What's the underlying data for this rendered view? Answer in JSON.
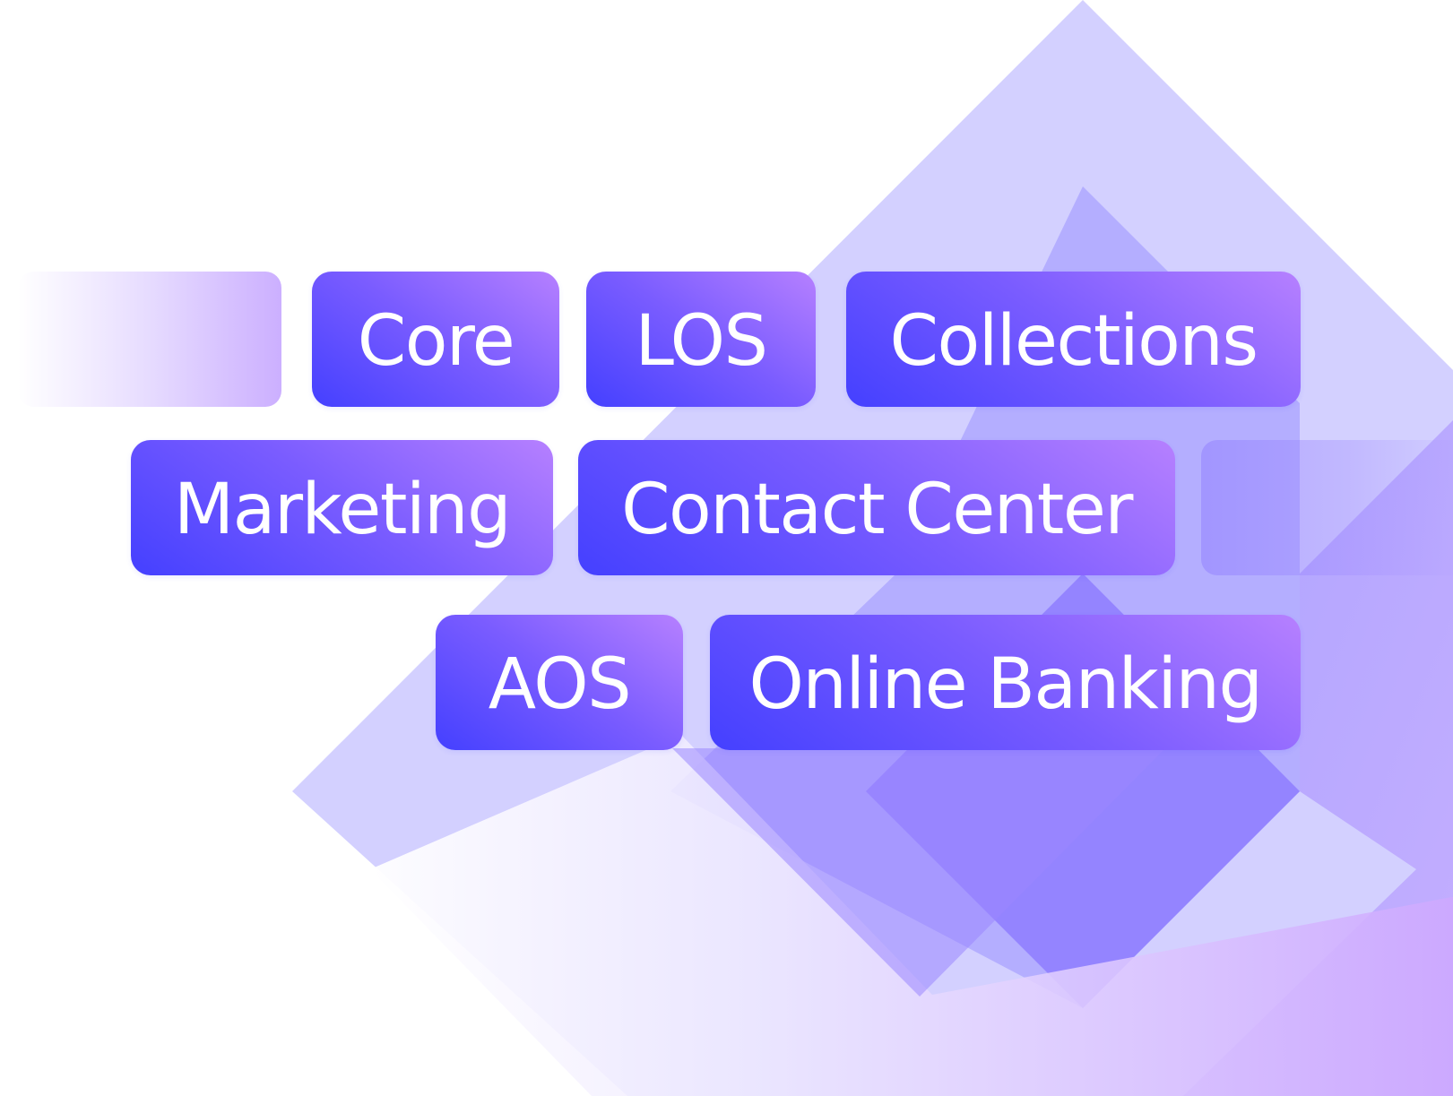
{
  "chips": {
    "core": "Core",
    "los": "LOS",
    "collections": "Collections",
    "marketing": "Marketing",
    "contact_center": "Contact Center",
    "aos": "AOS",
    "online_banking": "Online Banking"
  },
  "colors": {
    "chip_gradient_start": "#4440ff",
    "chip_gradient_mid": "#7a5cff",
    "chip_gradient_end": "#b680ff",
    "diamond_light": "#d3d0ff",
    "diamond_mid": "#a9a4ff",
    "diamond_deep": "#8f7dff"
  }
}
